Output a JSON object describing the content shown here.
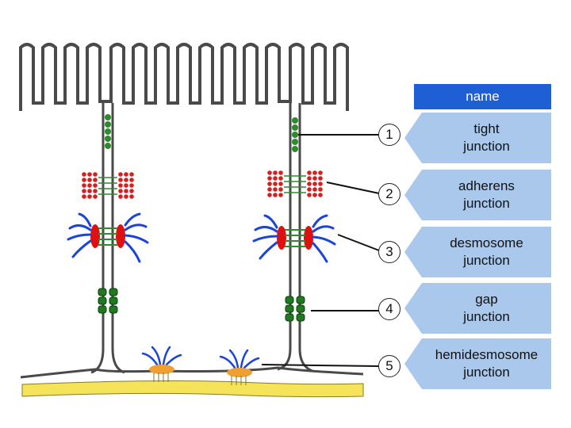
{
  "legend": {
    "header": "name",
    "items": [
      {
        "number": "1",
        "label": "tight\njunction"
      },
      {
        "number": "2",
        "label": "adherens\njunction"
      },
      {
        "number": "3",
        "label": "desmosome\njunction"
      },
      {
        "number": "4",
        "label": "gap\njunction"
      },
      {
        "number": "5",
        "label": "hemidesmosome\njunction"
      }
    ]
  },
  "colors": {
    "membrane": "#4a4a4a",
    "tight_junction": "#2d8a2d",
    "adherens": "#d42020",
    "desmosome_plaque": "#e01010",
    "keratin_filaments": "#1c44d6",
    "gap_junction": "#1e7a1e",
    "hemidesmosome": "#f0a030",
    "basal_lamina": "#f5e45a",
    "legend_header": "#1e5fd6",
    "legend_tag": "#a9c8ec"
  }
}
